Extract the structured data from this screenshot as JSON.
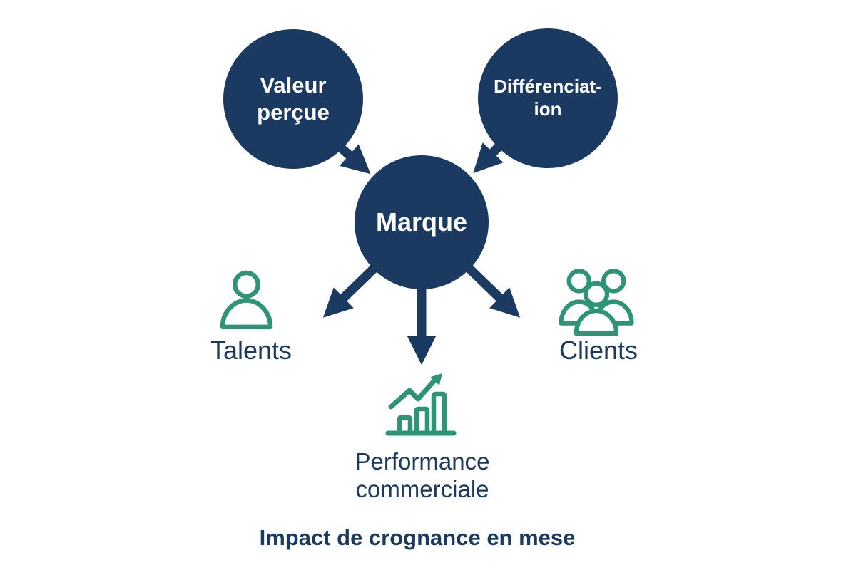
{
  "colors": {
    "navy": "#1b3a61",
    "green": "#2e9478",
    "background": "#ffffff",
    "circle_text": "#ffffff"
  },
  "diagram": {
    "inputs": [
      {
        "id": "valeur-percue",
        "line1": "Valeur",
        "line2": "perçue"
      },
      {
        "id": "differenciation",
        "line1": "Différenciat-",
        "line2": "ion"
      }
    ],
    "center": {
      "label": "Marque"
    },
    "outputs": [
      {
        "id": "talents",
        "label": "Talents",
        "icon": "person-icon"
      },
      {
        "id": "clients",
        "label": "Clients",
        "icon": "people-group-icon"
      },
      {
        "id": "performance",
        "line1": "Performance",
        "line2": "commerciale",
        "icon": "growth-chart-icon"
      }
    ],
    "caption": "Impact de crognance en mese"
  }
}
